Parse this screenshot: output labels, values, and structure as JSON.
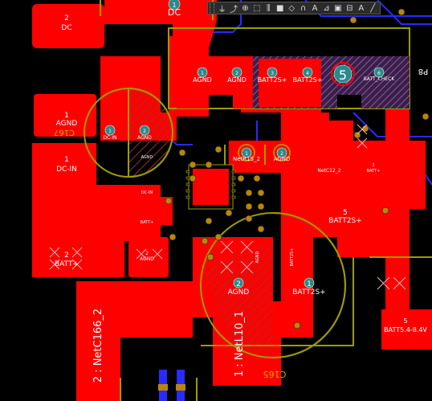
{
  "colors": {
    "copper": "#ff0000",
    "silkscreen": "#9c9c00",
    "via_ring": "#b8860b",
    "pad_hole": "#2c8a8a",
    "bottom_trace": "#2a2aff",
    "hatch": "#7b4a8c",
    "background": "#000000"
  },
  "toolbar": {
    "tools": [
      {
        "name": "filter-icon",
        "glyph": "⏚"
      },
      {
        "name": "route-icon",
        "glyph": "⤴"
      },
      {
        "name": "place-icon",
        "glyph": "⊕"
      },
      {
        "name": "select-rect-icon",
        "glyph": "⬚"
      },
      {
        "name": "align-icon",
        "glyph": "⫼"
      },
      {
        "name": "fill-icon",
        "glyph": "■"
      },
      {
        "name": "shape-icon",
        "glyph": "◇"
      },
      {
        "name": "arc-icon",
        "glyph": "∩"
      },
      {
        "name": "string-icon",
        "glyph": "A"
      },
      {
        "name": "dimension-icon",
        "glyph": "⊿"
      },
      {
        "name": "component-icon",
        "glyph": "▣"
      },
      {
        "name": "rule-icon",
        "glyph": "⊟"
      },
      {
        "name": "text-icon",
        "glyph": "A"
      },
      {
        "name": "line-icon",
        "glyph": "╱"
      }
    ]
  },
  "labels": {
    "dc_top": "DC",
    "dc_top_num": "1",
    "dc_left_num": "2",
    "dc_left": "DC",
    "agnd_left_num": "1",
    "agnd_left": "AGND",
    "c167": "C167",
    "dc_in_left_num": "1",
    "dc_in_left": "DC-IN",
    "batt_left_num": "2",
    "batt_left": "BATT+",
    "cap_dcin_num": "1",
    "cap_dcin": "DC-IN",
    "cap_agnd_num": "2",
    "cap_agnd": "AGND",
    "agnd_small": "AGND",
    "dcin_small": "DC-IN",
    "batt_small": "BATT+",
    "agnd_mid_num": "2",
    "agnd_mid": "AGND",
    "netc166_2": "2 : NetC166_2",
    "conn_1_num": "1",
    "conn_1": "AGND",
    "conn_2_num": "2",
    "conn_2": "AGND",
    "conn_3_num": "3",
    "conn_3": "BATT2S+",
    "conn_4_num": "4",
    "conn_4": "BATT2S+",
    "conn_5_num": "5",
    "conn_6_num": "6",
    "conn_6": "BATT_CHECK",
    "p8": "P8",
    "netr15_num": "1",
    "netr15": "NetR15_2",
    "agnd_r_num": "2",
    "agnd_r": "AGND",
    "netc12": "NetC12_2",
    "batt_r_num": "2",
    "batt_r": "BATT+",
    "batt2s_mid_num": "5",
    "batt2s_mid": "BATT2S+",
    "agnd_l10_num": "2",
    "agnd_l10": "AGND",
    "batt2s_l10_num": "1",
    "batt2s_l10": "BATT2S+",
    "agnd_vert": "AGND",
    "batt2s_vert": "BATT2S+",
    "netl10": "1 : NetL10_1",
    "c165": "C165",
    "batt_br_num": "5",
    "batt_br": "BATT5.4-8.4V"
  }
}
